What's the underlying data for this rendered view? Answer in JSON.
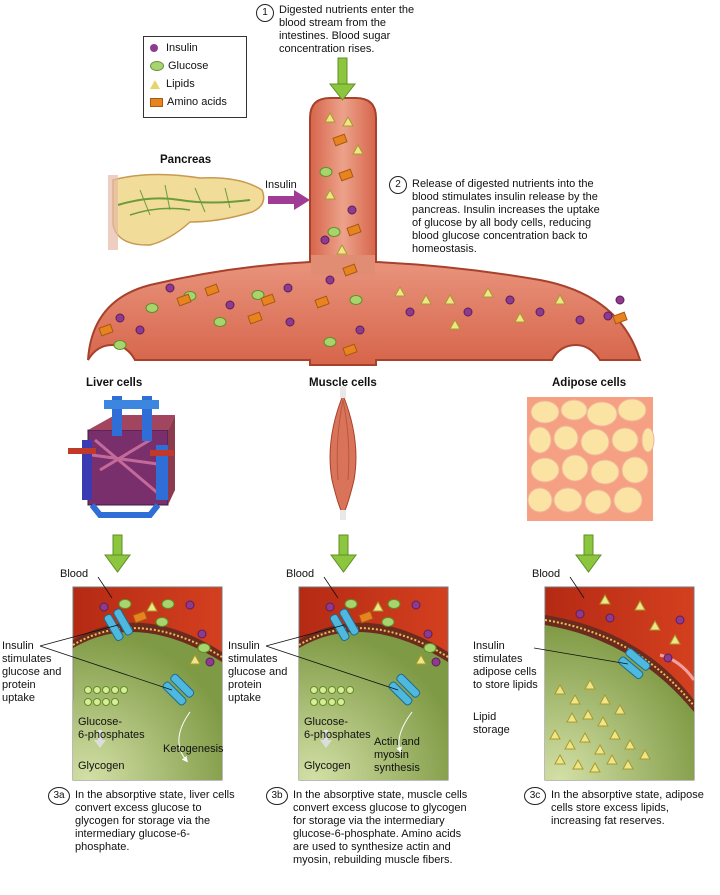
{
  "step1": {
    "num": "1",
    "text": [
      "Digested nutrients enter the",
      "blood stream from the",
      "intestines. Blood sugar",
      "concentration rises."
    ]
  },
  "legend": {
    "items": [
      {
        "label": "Insulin",
        "icon": "insulin-dot-icon",
        "color": "#8e3a8f"
      },
      {
        "label": "Glucose",
        "icon": "glucose-oval-icon",
        "color": "#a8d46f"
      },
      {
        "label": "Lipids",
        "icon": "lipid-triangle-icon",
        "color": "#efe68a"
      },
      {
        "label": "Amino acids",
        "icon": "amino-acid-square-icon",
        "color": "#e8841f"
      }
    ]
  },
  "pancreas": {
    "title": "Pancreas",
    "arrow_label": "Insulin"
  },
  "step2": {
    "num": "2",
    "text": [
      "Release of digested nutrients into the",
      "blood stimulates insulin release by the",
      "pancreas. Insulin increases the uptake",
      "of glucose by all body cells, reducing",
      "blood glucose concentration back to",
      "homeostasis."
    ]
  },
  "cells": {
    "liver": "Liver cells",
    "muscle": "Muscle cells",
    "adipose": "Adipose cells"
  },
  "panel_a": {
    "blood": "Blood",
    "insulin": [
      "Insulin",
      "stimulates",
      "glucose and",
      "protein",
      "uptake"
    ],
    "g6p": [
      "Glucose-",
      "6-phosphates"
    ],
    "ketogenesis": "Ketogenesis",
    "glycogen": "Glycogen",
    "step": "3a",
    "desc": [
      "In the absorptive state, liver cells",
      "convert excess glucose to",
      "glycogen for storage via the",
      "intermediary glucose-6-",
      "phosphate."
    ]
  },
  "panel_b": {
    "blood": "Blood",
    "insulin": [
      "Insulin",
      "stimulates",
      "glucose and",
      "protein",
      "uptake"
    ],
    "g6p": [
      "Glucose-",
      "6-phosphates"
    ],
    "actin": [
      "Actin and",
      "myosin",
      "synthesis"
    ],
    "glycogen": "Glycogen",
    "step": "3b",
    "desc": [
      "In the absorptive state, muscle cells",
      "convert excess glucose to glycogen",
      "for storage via the intermediary",
      "glucose-6-phosphate. Amino acids",
      "are used to synthesize actin and",
      "myosin, rebuilding muscle fibers."
    ]
  },
  "panel_c": {
    "blood": "Blood",
    "insulin": [
      "Insulin",
      "stimulates",
      "adipose cells",
      "to store lipids"
    ],
    "lipid": [
      "Lipid",
      "storage"
    ],
    "step": "3c",
    "desc": [
      "In the absorptive state, adipose",
      "cells store excess lipids,",
      "increasing fat reserves."
    ]
  },
  "colors": {
    "vessel": "#d9735a",
    "vessel_dark": "#b34b33",
    "blood": "#c8331c",
    "cytoplasm": "#8da354",
    "arrow": "#8cc63f",
    "insulin_arrow": "#a03c96",
    "receptor": "#4fb8de"
  }
}
